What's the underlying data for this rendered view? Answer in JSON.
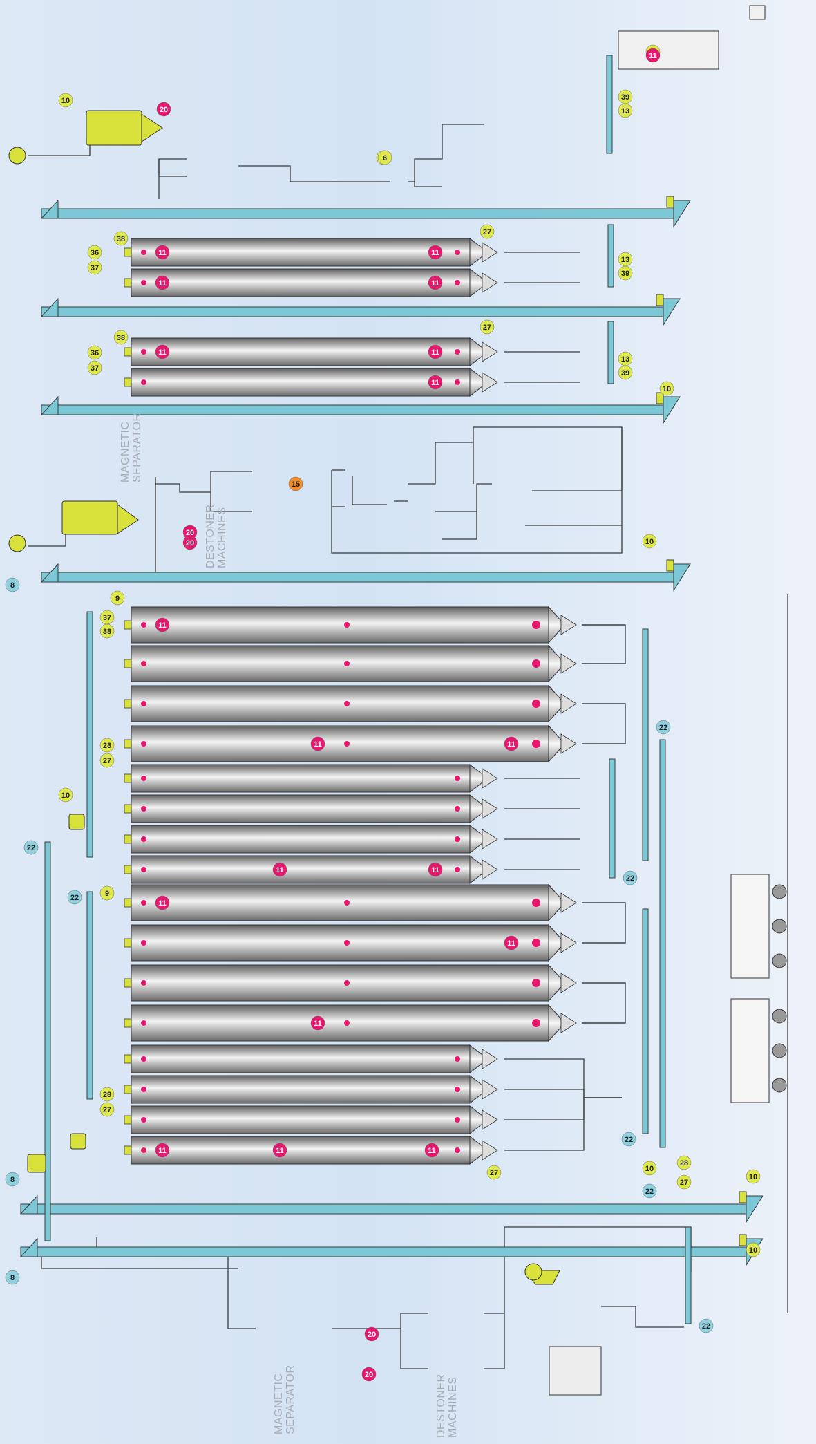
{
  "colors": {
    "background_top": "#e6eef8",
    "background_mid": "#d5e4f4",
    "conveyor": "#7cc8d6",
    "equipment_yellow": "#d8e23a",
    "badge_yellow": "#dfe84a",
    "badge_blue": "#8fd1df",
    "badge_magenta": "#e6186e",
    "badge_orange": "#f28c28",
    "silo_dark": "#5a5a5a",
    "silo_light": "#f5f5f5",
    "line": "#3a3a3a",
    "text_gray": "#a7adb6"
  },
  "labels": {
    "magnetic_top": [
      "MAGNETIC",
      "SEPARATOR"
    ],
    "destoner_top": [
      "DESTONER",
      "MACHINES"
    ],
    "magnetic_bottom": [
      "MAGNETIC",
      "SEPARATOR"
    ],
    "destoner_bottom": [
      "DESTONER",
      "MACHINES"
    ]
  },
  "badges": {
    "yellow": [
      "10",
      "20",
      "6",
      "11",
      "13",
      "39",
      "27",
      "38",
      "36",
      "37",
      "13",
      "39",
      "27",
      "38",
      "36",
      "37",
      "13",
      "39",
      "10",
      "10",
      "9",
      "37",
      "38",
      "27",
      "28",
      "10",
      "9",
      "27",
      "28",
      "27",
      "10",
      "28",
      "27",
      "10",
      "10"
    ],
    "blue": [
      "8",
      "22",
      "22",
      "22",
      "22",
      "22",
      "22",
      "8",
      "8",
      "22"
    ],
    "magenta": [
      "20",
      "20",
      "20",
      "20",
      "20",
      "11"
    ],
    "silo_markers": [
      "11",
      "11",
      "11",
      "11",
      "11",
      "11",
      "11",
      "11",
      "11",
      "11",
      "11",
      "11",
      "11",
      "11",
      "11",
      "11",
      "11",
      "11"
    ],
    "orange": [
      "15"
    ]
  }
}
